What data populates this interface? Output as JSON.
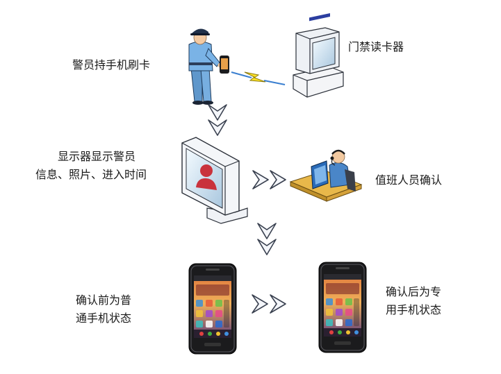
{
  "labels": {
    "officer": "警员持手机刷卡",
    "reader": "门禁读卡器",
    "display_line1": "显示器显示警员",
    "display_line2": "信息、照片、进入时间",
    "duty": "值班人员确认",
    "before_line1": "确认前为普",
    "before_line2": "通手机状态",
    "after_line1": "确认后为专",
    "after_line2": "用手机状态"
  },
  "icons": {
    "officer": "police-officer-icon",
    "reader": "card-reader-terminal-icon",
    "display": "monitor-person-icon",
    "duty": "operator-headset-icon",
    "phone_before": "smartphone-icon",
    "phone_after": "smartphone-icon",
    "signal": "lightning-signal-icon",
    "arrow": "double-chevron-arrow-icon"
  },
  "colors": {
    "uniform": "#6fa8dc",
    "cap": "#22324a",
    "avatar": "#c0303a",
    "desk": "#e8b84a",
    "arrow_fill": "#f4f6fa",
    "arrow_stroke": "#3a4150",
    "signal_fill": "#ffe326",
    "signal_line": "#3a7fd0"
  }
}
